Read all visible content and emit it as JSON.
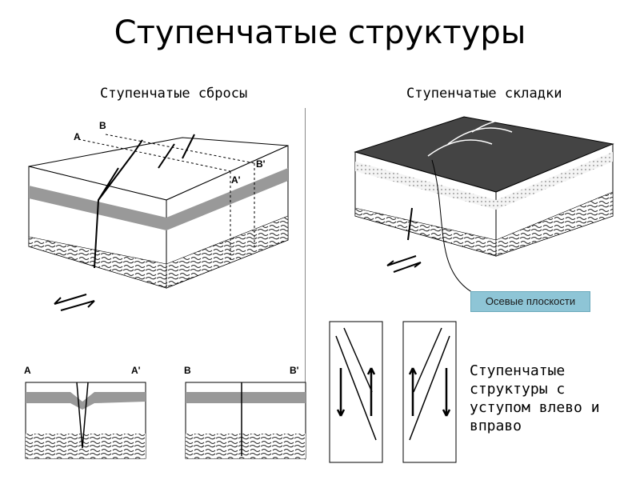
{
  "title": "Ступенчатые структуры",
  "left_panel": {
    "heading": "Ступенчатые сбросы",
    "labels": {
      "A": "A",
      "B": "B",
      "A_prime": "A'",
      "B_prime": "B'"
    }
  },
  "right_panel": {
    "heading": "Ступенчатые складки",
    "axial_label": "Осевые плоскости"
  },
  "sections": {
    "left": {
      "left_label": "A",
      "right_label": "A'"
    },
    "right": {
      "left_label": "B",
      "right_label": "B'"
    }
  },
  "caption": "Ступенчатые структуры с уступом влево и вправо"
}
